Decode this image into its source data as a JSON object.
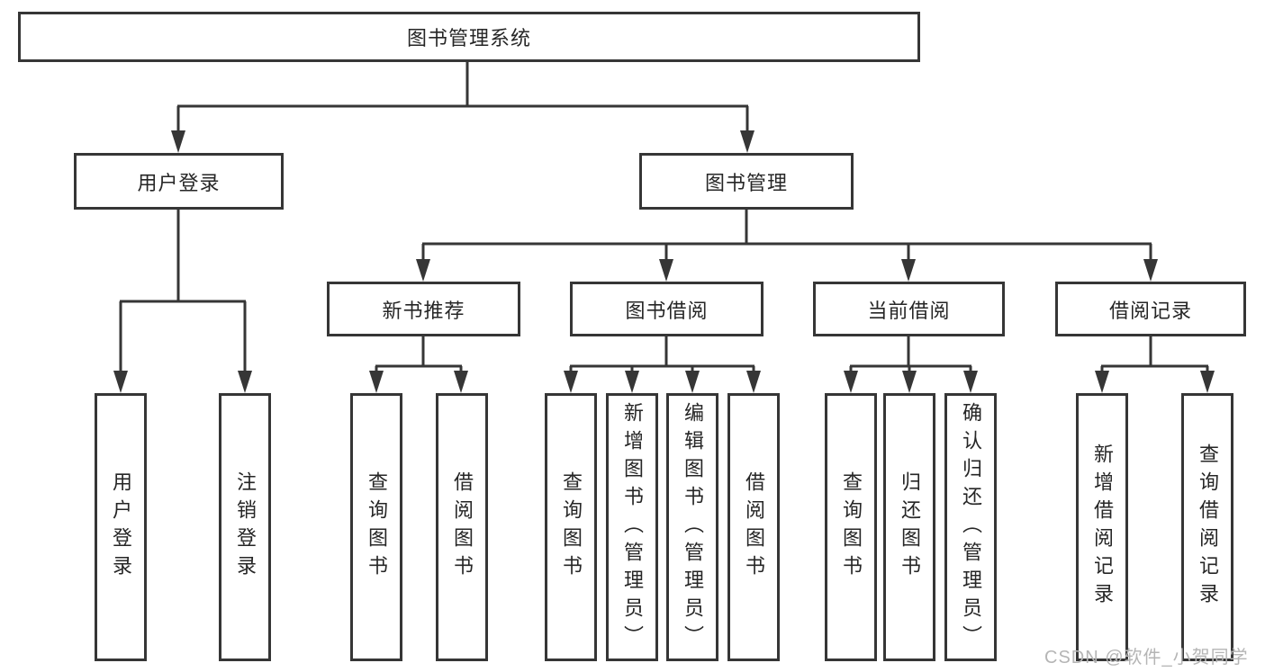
{
  "diagram": {
    "root_label": "图书管理系统",
    "watermark": "CSDN @软件_小贺同学",
    "colors": {
      "line": "#363636",
      "border": "#363636",
      "text": "#262626",
      "watermark": "#b5b5b5",
      "background": "#ffffff"
    },
    "branches": [
      {
        "label": "用户登录",
        "children": [
          {
            "label": "用户登录"
          },
          {
            "label": "注销登录"
          }
        ]
      },
      {
        "label": "图书管理",
        "children": [
          {
            "label": "新书推荐",
            "children": [
              {
                "label": "查询图书"
              },
              {
                "label": "借阅图书"
              }
            ]
          },
          {
            "label": "图书借阅",
            "children": [
              {
                "label": "查询图书"
              },
              {
                "label": "新增图书（管理员）"
              },
              {
                "label": "编辑图书（管理员）"
              },
              {
                "label": "借阅图书"
              }
            ]
          },
          {
            "label": "当前借阅",
            "children": [
              {
                "label": "查询图书"
              },
              {
                "label": "归还图书"
              },
              {
                "label": "确认归还（管理员）"
              }
            ]
          },
          {
            "label": "借阅记录",
            "children": [
              {
                "label": "新增借阅记录"
              },
              {
                "label": "查询借阅记录"
              }
            ]
          }
        ]
      }
    ]
  }
}
